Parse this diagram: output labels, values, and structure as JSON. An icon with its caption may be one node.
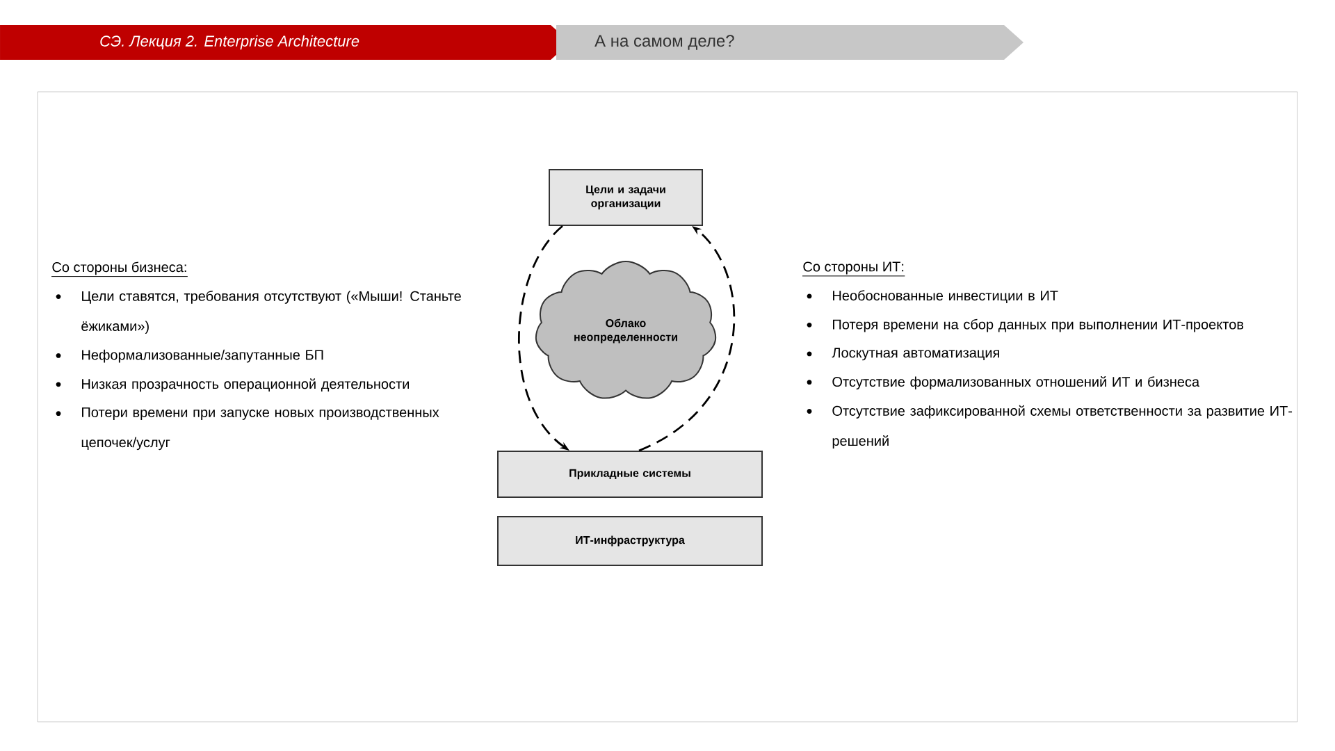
{
  "diagram": {
    "title": "А на самом деле?",
    "nodes": [
      {
        "text": [
          "Цели и задачи организации"
        ]
      },
      {
        "text": [
          "Облако неопределенности"
        ]
      },
      {
        "text": [
          "Прикладные системы"
        ]
      },
      {
        "text": [
          "ИТ-инфраструктура"
        ]
      }
    ],
    "edges": [
      {
        "from": 0,
        "to": 2,
        "arrow": "to",
        "style": "dashed"
      },
      {
        "from": 2,
        "to": 0,
        "arrow": "to",
        "style": "dashed"
      }
    ],
    "labels": [
      "СЭ. Лекция 2. Enterprise Architecture",
      "Со стороны бизнеса:",
      "Цели ставятся, требования отсутствуют («Мыши! Станьте ёжиками»)",
      "Неформализованные/запутанные БП",
      "Низкая прозрачность операционной деятельности",
      "Потери времени при запуске новых производственных цепочек/услуг",
      "Со стороны ИТ:",
      "Необоснованные инвестиции в ИТ",
      "Потеря времени на сбор данных при выполнении ИТ-проектов",
      "Лоскутная автоматизация",
      "Отсутствие формализованных отношений ИТ и бизнеса",
      "Отсутствие зафиксированной схемы ответственности за развитие ИТ-решений"
    ]
  }
}
